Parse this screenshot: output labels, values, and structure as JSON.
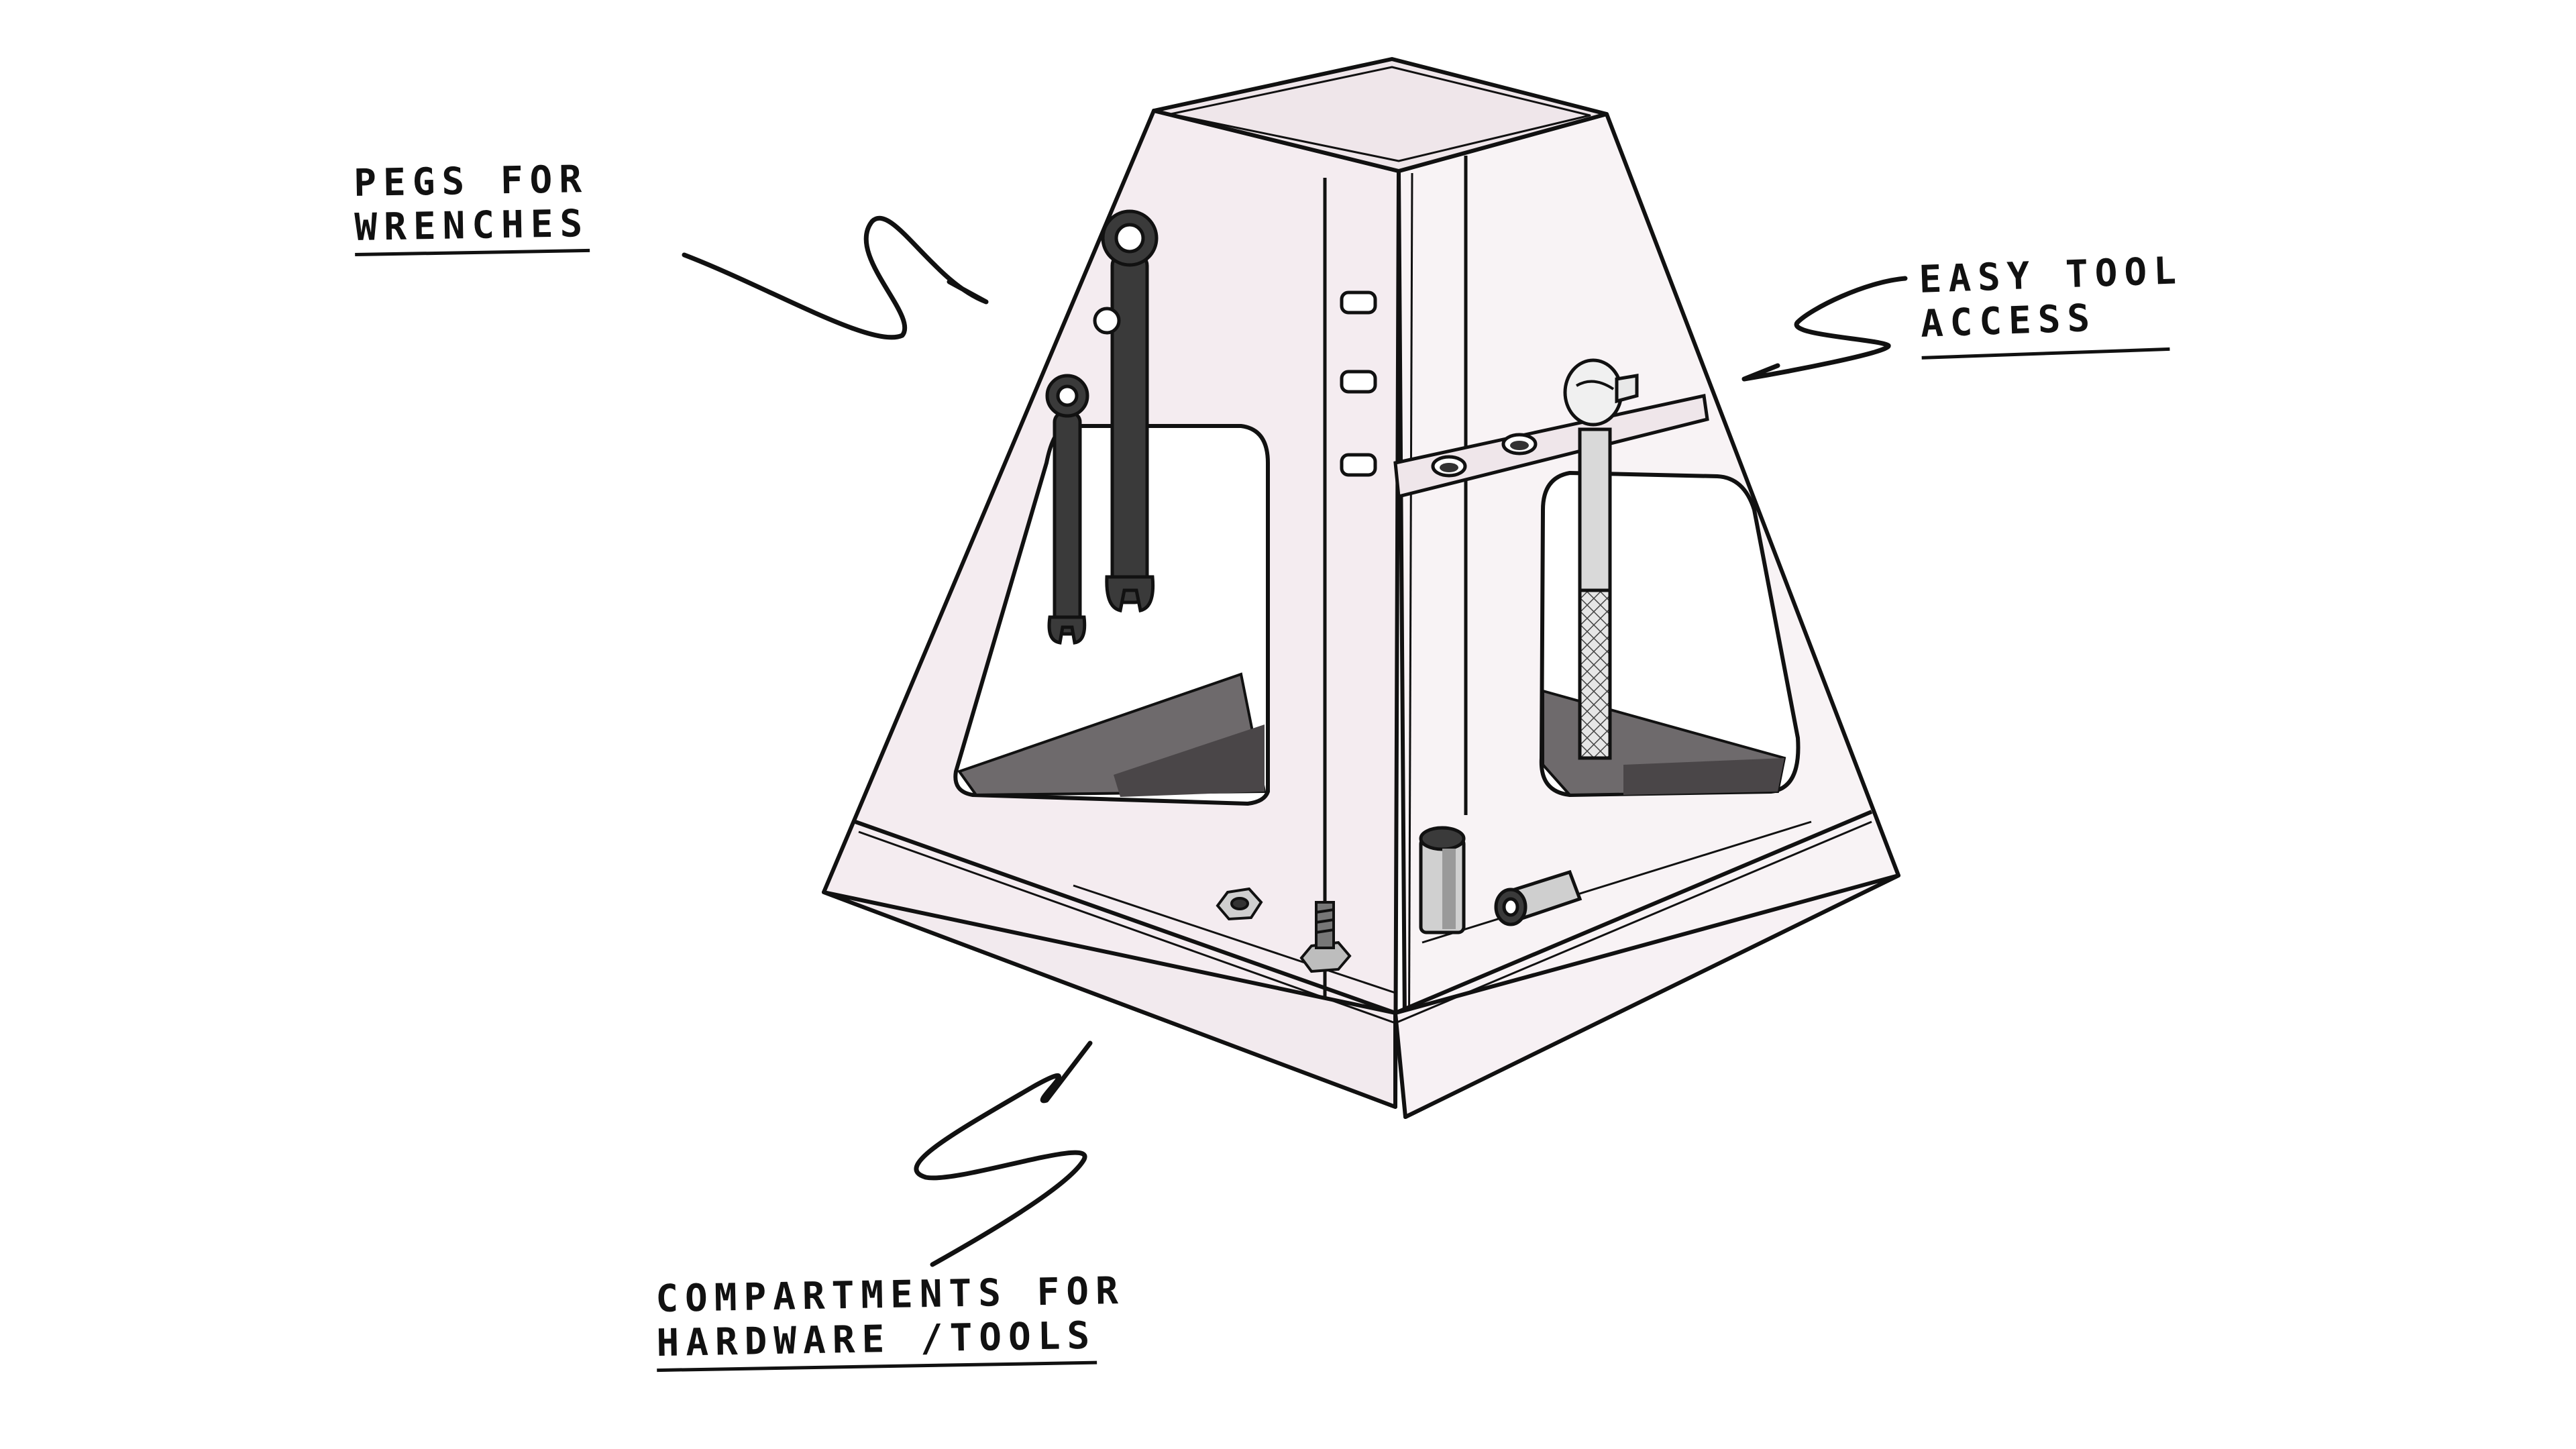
{
  "callouts": {
    "pegs": {
      "line1": "PEGS FOR",
      "line2": "WRENCHES"
    },
    "access": {
      "line1": "EASY TOOL",
      "line2": "ACCESS"
    },
    "compartments": {
      "line1": "COMPARTMENTS FOR",
      "line2": "HARDWARE /TOOLS"
    }
  },
  "colors": {
    "ink": "#111111",
    "body_tint": "#f6f0f3",
    "shadow": "#6e6a6c",
    "dark_tool": "#3a3a3a",
    "paper": "#ffffff"
  }
}
